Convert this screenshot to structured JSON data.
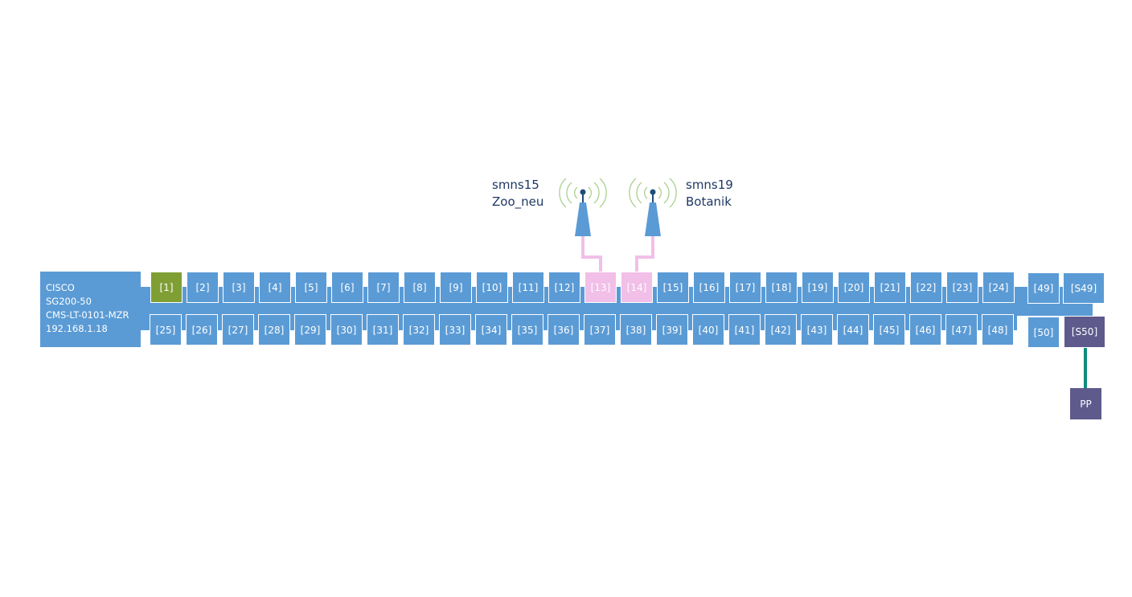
{
  "switch": {
    "lines": [
      "CISCO",
      "SG200-50",
      "CMS-LT-0101-MZR",
      "192.168.1.18"
    ]
  },
  "ports_top": [
    "[1]",
    "[2]",
    "[3]",
    "[4]",
    "[5]",
    "[6]",
    "[7]",
    "[8]",
    "[9]",
    "[10]",
    "[11]",
    "[12]",
    "[13]",
    "[14]",
    "[15]",
    "[16]",
    "[17]",
    "[18]",
    "[19]",
    "[20]",
    "[21]",
    "[22]",
    "[23]",
    "[24]"
  ],
  "ports_bottom": [
    "[25]",
    "[26]",
    "[27]",
    "[28]",
    "[29]",
    "[30]",
    "[31]",
    "[32]",
    "[33]",
    "[34]",
    "[35]",
    "[36]",
    "[37]",
    "[38]",
    "[39]",
    "[40]",
    "[41]",
    "[42]",
    "[43]",
    "[44]",
    "[45]",
    "[46]",
    "[47]",
    "[48]"
  ],
  "uplinks": {
    "p49": "[49]",
    "s49": "[S49]",
    "p50": "[50]",
    "s50": "[S50]"
  },
  "port_status": {
    "[1]": "green",
    "[13]": "pink",
    "[14]": "pink",
    "[S50]": "purple"
  },
  "access_points": [
    {
      "name": "smns15",
      "location": "Zoo_neu",
      "port": "[13]"
    },
    {
      "name": "smns19",
      "location": "Botanik",
      "port": "[14]"
    }
  ],
  "patch_panel": {
    "label": "PP",
    "port": "[S50]"
  },
  "colors": {
    "port": "#5b9bd5",
    "active": "#7f9f35",
    "ap_link": "#f1bfe8",
    "sfp": "#5e5a8c",
    "pp_link": "#128a7e",
    "signal": "#a9d18e"
  }
}
